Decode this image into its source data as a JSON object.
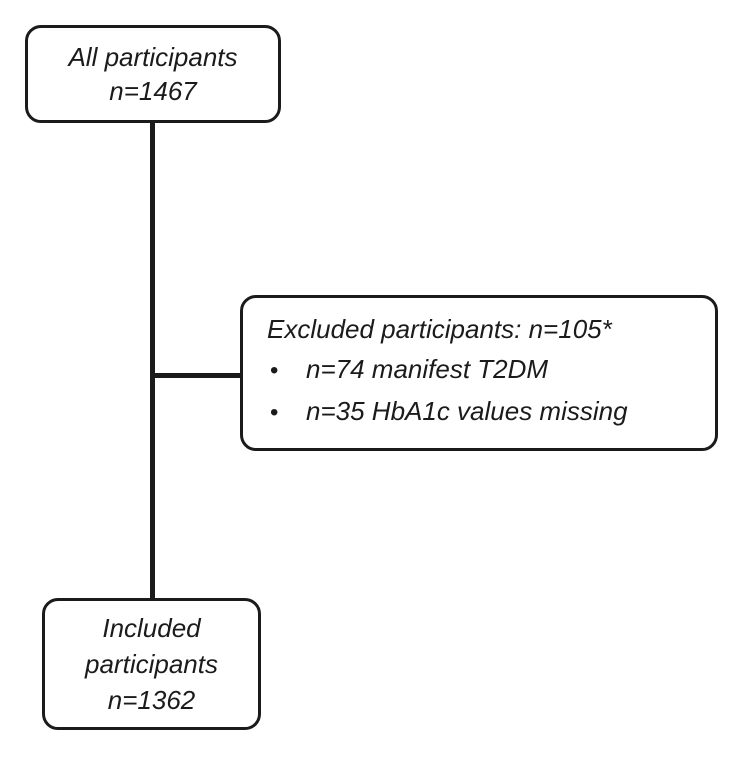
{
  "diagram": {
    "type": "participant-flow-chart",
    "colors": {
      "line": "#1b1b1b",
      "text": "#1b1b1b",
      "background": "#ffffff",
      "box_background": "#ffffff"
    },
    "top_box": {
      "lines": [
        "All participants",
        "n=1467"
      ]
    },
    "excluded_box": {
      "title": "Excluded participants: n=105*",
      "bullet_glyph": "•",
      "bullets": [
        "n=74 manifest T2DM",
        "n=35 HbA1c values missing"
      ]
    },
    "bottom_box": {
      "lines": [
        "Included",
        "participants",
        "n=1362"
      ]
    }
  }
}
